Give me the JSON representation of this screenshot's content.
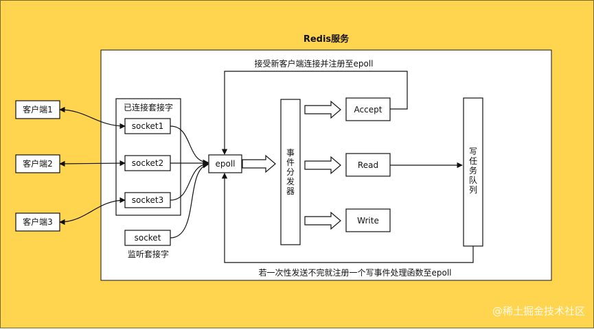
{
  "title": "Redis服务",
  "clients": [
    "客户端1",
    "客户端2",
    "客户端3"
  ],
  "connected_group_label": "已连接套接字",
  "sockets": [
    "socket1",
    "socket2",
    "socket3"
  ],
  "listen_socket": "socket",
  "listen_socket_label": "监听套接字",
  "epoll": "epoll",
  "dispatcher": [
    "事",
    "件",
    "分",
    "发",
    "器"
  ],
  "handlers": [
    "Accept",
    "Read",
    "Write"
  ],
  "queue": [
    "写",
    "任",
    "务",
    "队",
    "列"
  ],
  "top_loop_label": "接受新客户端连接并注册至epoll",
  "bottom_loop_label": "若一次性发送不完就注册一个写事件处理函数至epoll",
  "watermark": "@稀土掘金技术社区"
}
